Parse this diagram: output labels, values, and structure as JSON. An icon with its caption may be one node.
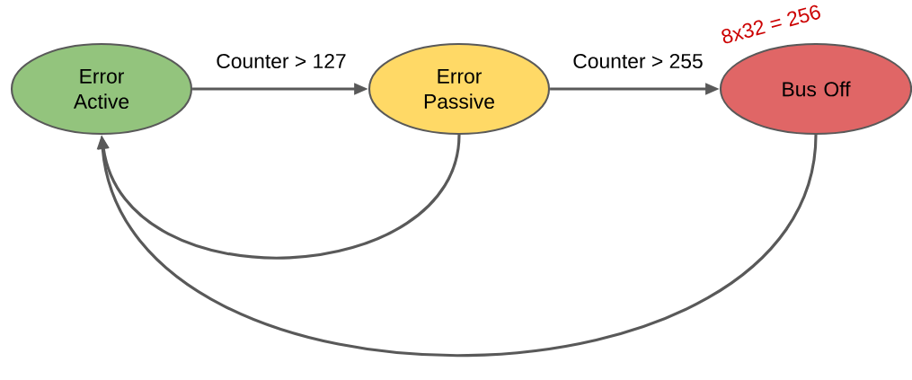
{
  "diagram": {
    "nodes": [
      {
        "text": [
          "Error Active"
        ]
      },
      {
        "text": [
          "Error Passive"
        ]
      },
      {
        "text": [
          "Bus Off"
        ],
        "beside": [
          "8x32 = 256"
        ]
      }
    ],
    "edges": [
      {
        "from": 0,
        "to": 1,
        "arrow": "to",
        "label": "Counter > 127"
      },
      {
        "from": 1,
        "to": 2,
        "arrow": "to",
        "label": "Counter > 255"
      },
      {
        "from": 1,
        "to": 0,
        "arrow": "to"
      },
      {
        "from": 2,
        "to": 0,
        "arrow": "to"
      }
    ]
  }
}
